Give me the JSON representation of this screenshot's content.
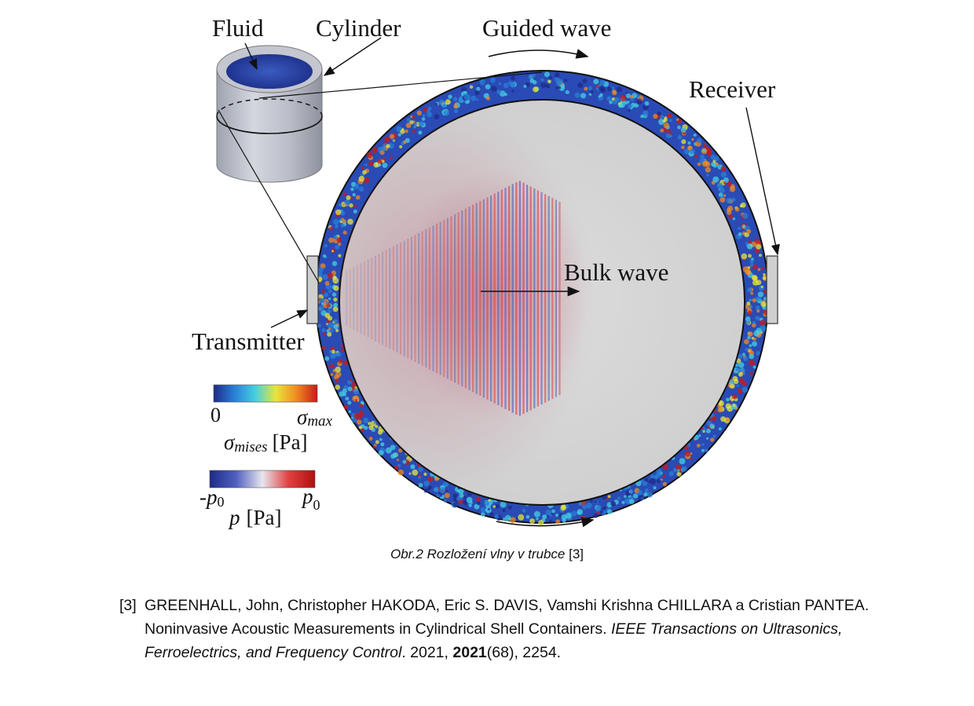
{
  "figure": {
    "labels": {
      "fluid": "Fluid",
      "cylinder": "Cylinder",
      "guided_wave": "Guided wave",
      "receiver": "Receiver",
      "bulk_wave": "Bulk wave",
      "transmitter": "Transmitter"
    },
    "colorbar_stress": {
      "min": "0",
      "max_symbol": "σ",
      "max_sub": "max",
      "quantity_symbol": "σ",
      "quantity_sub": "mises",
      "unit": "[Pa]",
      "colors": [
        "#1f2a8c",
        "#2a7fd6",
        "#44d0e0",
        "#e8e63a",
        "#f08a20",
        "#c81a1a"
      ]
    },
    "colorbar_pressure": {
      "min_prefix": "-",
      "min_symbol": "p",
      "min_sub": "0",
      "max_symbol": "p",
      "max_sub": "0",
      "quantity_symbol": "p",
      "unit": "[Pa]",
      "colors": [
        "#1c2a8a",
        "#5060c0",
        "#e6e6ee",
        "#e04040",
        "#b01010"
      ]
    }
  },
  "caption": {
    "label": "Obr.2 Rozložení vlny v trubce",
    "ref": "[3]"
  },
  "reference": {
    "number": "[3]",
    "authors": "GREENHALL, John, Christopher HAKODA, Eric S. DAVIS, Vamshi Krishna CHILLARA a Cristian PANTEA. Noninvasive Acoustic Measurements in Cylindrical Shell Containers.",
    "journal": "IEEE Transactions on Ultrasonics, Ferroelectrics, and Frequency Control",
    "year_text": ". 2021, ",
    "volume": "2021",
    "issue_pages": "(68), 2254."
  }
}
